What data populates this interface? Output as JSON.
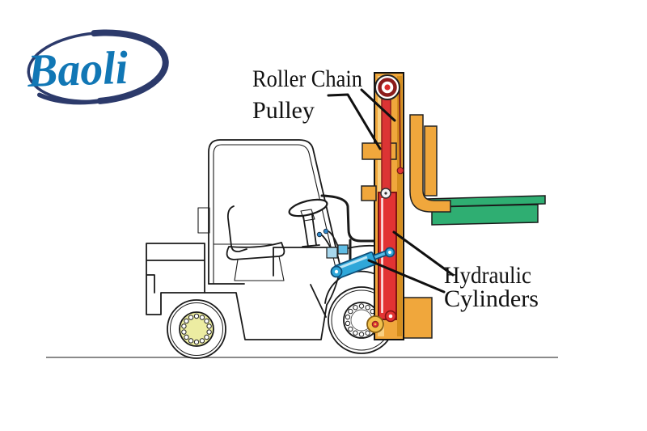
{
  "logo": {
    "text": "Baoli",
    "brand_blue": "#1177B5",
    "swoosh_navy": "#2C3A6B"
  },
  "labels": {
    "roller_chain_pulley": {
      "line1": "Roller Chain",
      "line2": "Pulley"
    },
    "hydraulic_cylinders": {
      "line1": "Hydraulic",
      "line2": "Cylinders"
    }
  },
  "colors": {
    "mast_orange": "#F0A73C",
    "mast_light": "#F8D082",
    "mast_dark": "#D58E1E",
    "cylinder_red": "#E23333",
    "cylinder_dark_red": "#7F1212",
    "fork_green": "#2FAE72",
    "tilt_cylinder_blue": "#2FA7D9",
    "tilt_cylinder_dark": "#0E4E78",
    "hub_pale_yellow": "#ECECA2",
    "pivot_yellow": "#F2C14B",
    "outline_black": "#1A1A1A",
    "ground_gray": "#8A8A8A",
    "label_text": "#111111"
  }
}
